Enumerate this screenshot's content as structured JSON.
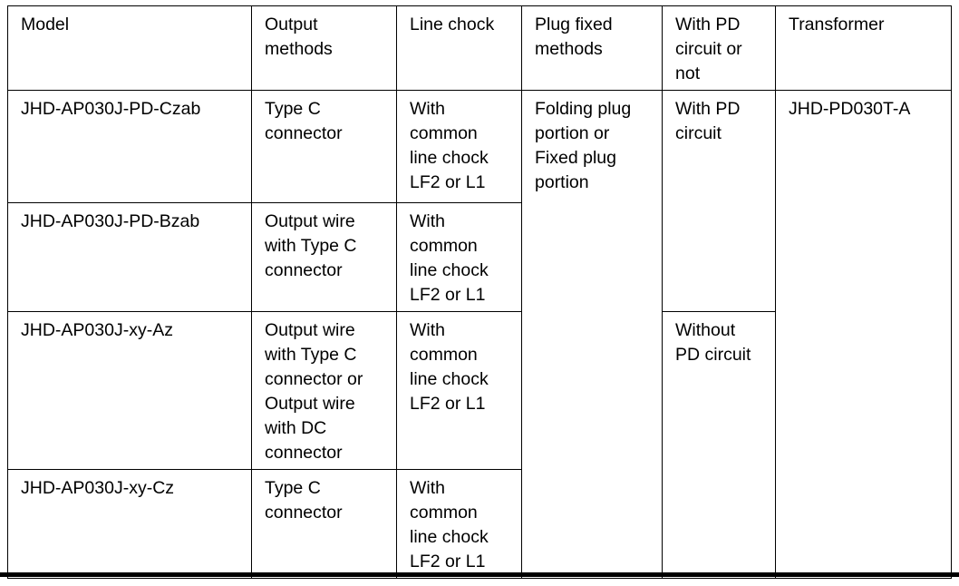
{
  "page": {
    "background_color": "#ffffff",
    "text_color": "#000000",
    "border_color": "#000000"
  },
  "table": {
    "headers": [
      "Model",
      "Output\nmethods",
      "Line chock",
      "Plug fixed\nmethods",
      "With PD\ncircuit or\nnot",
      "Transformer"
    ],
    "rows": [
      {
        "model": "JHD-AP030J-PD-Czab",
        "output_methods": "Type C\nconnector",
        "line_chock": "With\ncommon\nline chock\nLF2 or L1"
      },
      {
        "model": "JHD-AP030J-PD-Bzab",
        "output_methods": "Output wire\nwith Type C\nconnector",
        "line_chock": "With\ncommon\nline chock\nLF2 or L1"
      },
      {
        "model": "JHD-AP030J-xy-Az",
        "output_methods": "Output wire\nwith Type C\nconnector or\nOutput wire\nwith DC\nconnector",
        "line_chock": "With\ncommon\nline chock\nLF2 or L1"
      },
      {
        "model": "JHD-AP030J-xy-Cz",
        "output_methods": "Type C\nconnector",
        "line_chock": "With\ncommon\nline chock\nLF2 or L1"
      }
    ],
    "merged": {
      "plug_fixed_methods": "Folding plug\nportion or\nFixed plug\nportion",
      "with_pd_circuit": "With PD\ncircuit",
      "without_pd_circuit": "Without\nPD circuit",
      "transformer": "JHD-PD030T-A"
    }
  }
}
